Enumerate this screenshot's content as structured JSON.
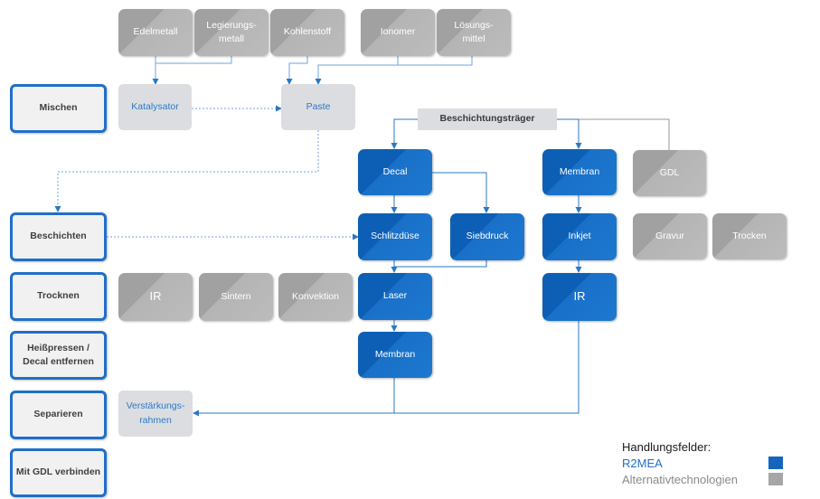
{
  "steps": {
    "mischen": "Mischen",
    "beschichten": "Beschichten",
    "trocknen": "Trocknen",
    "heisspressen": "Heißpressen /\nDecal entfernen",
    "separieren": "Separieren",
    "gdl_verbinden": "Mit GDL verbinden"
  },
  "materials": {
    "edelmetall": "Edelmetall",
    "legierungsmetall": "Legierungs-\nmetall",
    "kohlenstoff": "Kohlenstoff",
    "ionomer": "Ionomer",
    "loesungsmittel": "Lösungs-\nmittel"
  },
  "intermediates": {
    "katalysator": "Katalysator",
    "paste": "Paste",
    "verstaerkungsrahmen": "Verstärkungs-\nrahmen"
  },
  "carrier": {
    "header": "Beschichtungsträger"
  },
  "r2mea": {
    "decal": "Decal",
    "membran_top": "Membran",
    "schlitzduese": "Schlitzdüse",
    "siebdruck": "Siebdruck",
    "inkjet": "Inkjet",
    "laser": "Laser",
    "ir_right": "IR",
    "membran_bottom": "Membran"
  },
  "alternatives": {
    "gdl": "GDL",
    "gravur": "Gravur",
    "trocken": "Trocken",
    "ir_left": "IR",
    "sintern": "Sintern",
    "konvektion": "Konvektion"
  },
  "legend": {
    "title": "Handlungsfelder:",
    "r2mea": "R2MEA",
    "alternativ": "Alternativtechnologien",
    "r2mea_color": "#1565c0",
    "alternativ_color": "#a6a6a6"
  }
}
